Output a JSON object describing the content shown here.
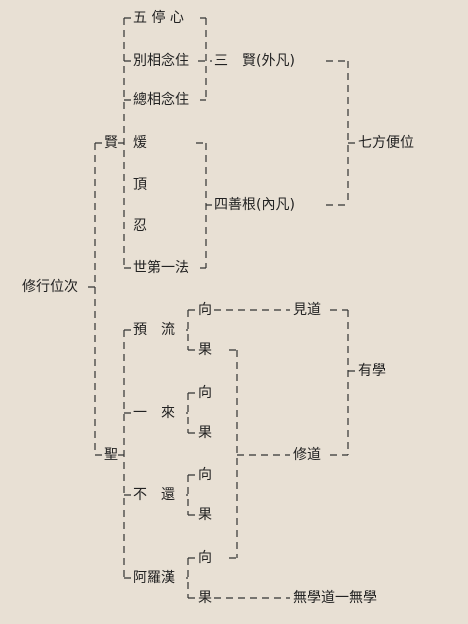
{
  "root": "修行位次",
  "xian": {
    "label": "賢",
    "wutingxin": "五 停 心",
    "biexiang": "別相念住",
    "zongxiang": "總相念住",
    "nuan": "煖",
    "ding": "頂",
    "ren": "忍",
    "shidiyi": "世第一法",
    "sanxian": "三　賢(外凡)",
    "sishangen": "四善根(內凡)",
    "qifang": "七方便位"
  },
  "sheng": {
    "label": "聖",
    "yuliu": "預　流",
    "yilai": "一　來",
    "buhuan": "不　還",
    "aluohan": "阿羅漢",
    "xiang": "向",
    "guo": "果",
    "jiandao": "見道",
    "xiudao": "修道",
    "youxue": "有學",
    "wuxue": "無學道一無學"
  }
}
